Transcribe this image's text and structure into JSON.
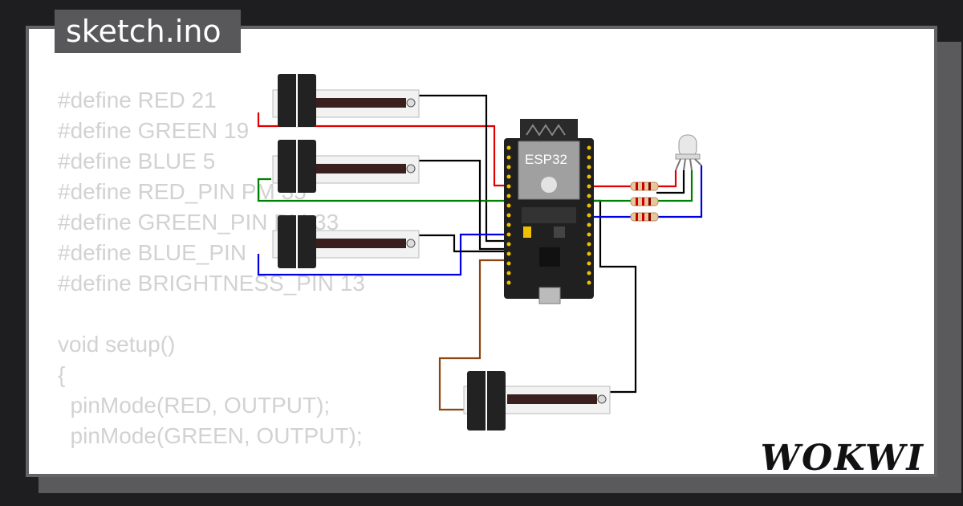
{
  "tab_title": "sketch.ino",
  "board_label": "ESP32",
  "logo_text": "WOKWI",
  "code_lines": [
    "#define RED 21",
    "#define GREEN 19",
    "#define BLUE 5",
    "#define RED_PIN PM 35",
    "#define GREEN_PIN PM 33",
    "#define BLUE_PIN",
    "#define BRIGHTNESS_PIN 13",
    "",
    "void setup()",
    "{",
    "  pinMode(RED, OUTPUT);",
    "  pinMode(GREEN, OUTPUT);"
  ],
  "colors": {
    "wire_red": "#e00000",
    "wire_green": "#008000",
    "wire_blue": "#0000e0",
    "wire_black": "#000000",
    "wire_brown": "#8b4513",
    "board": "#202020",
    "pin_yellow": "#f0c000"
  }
}
